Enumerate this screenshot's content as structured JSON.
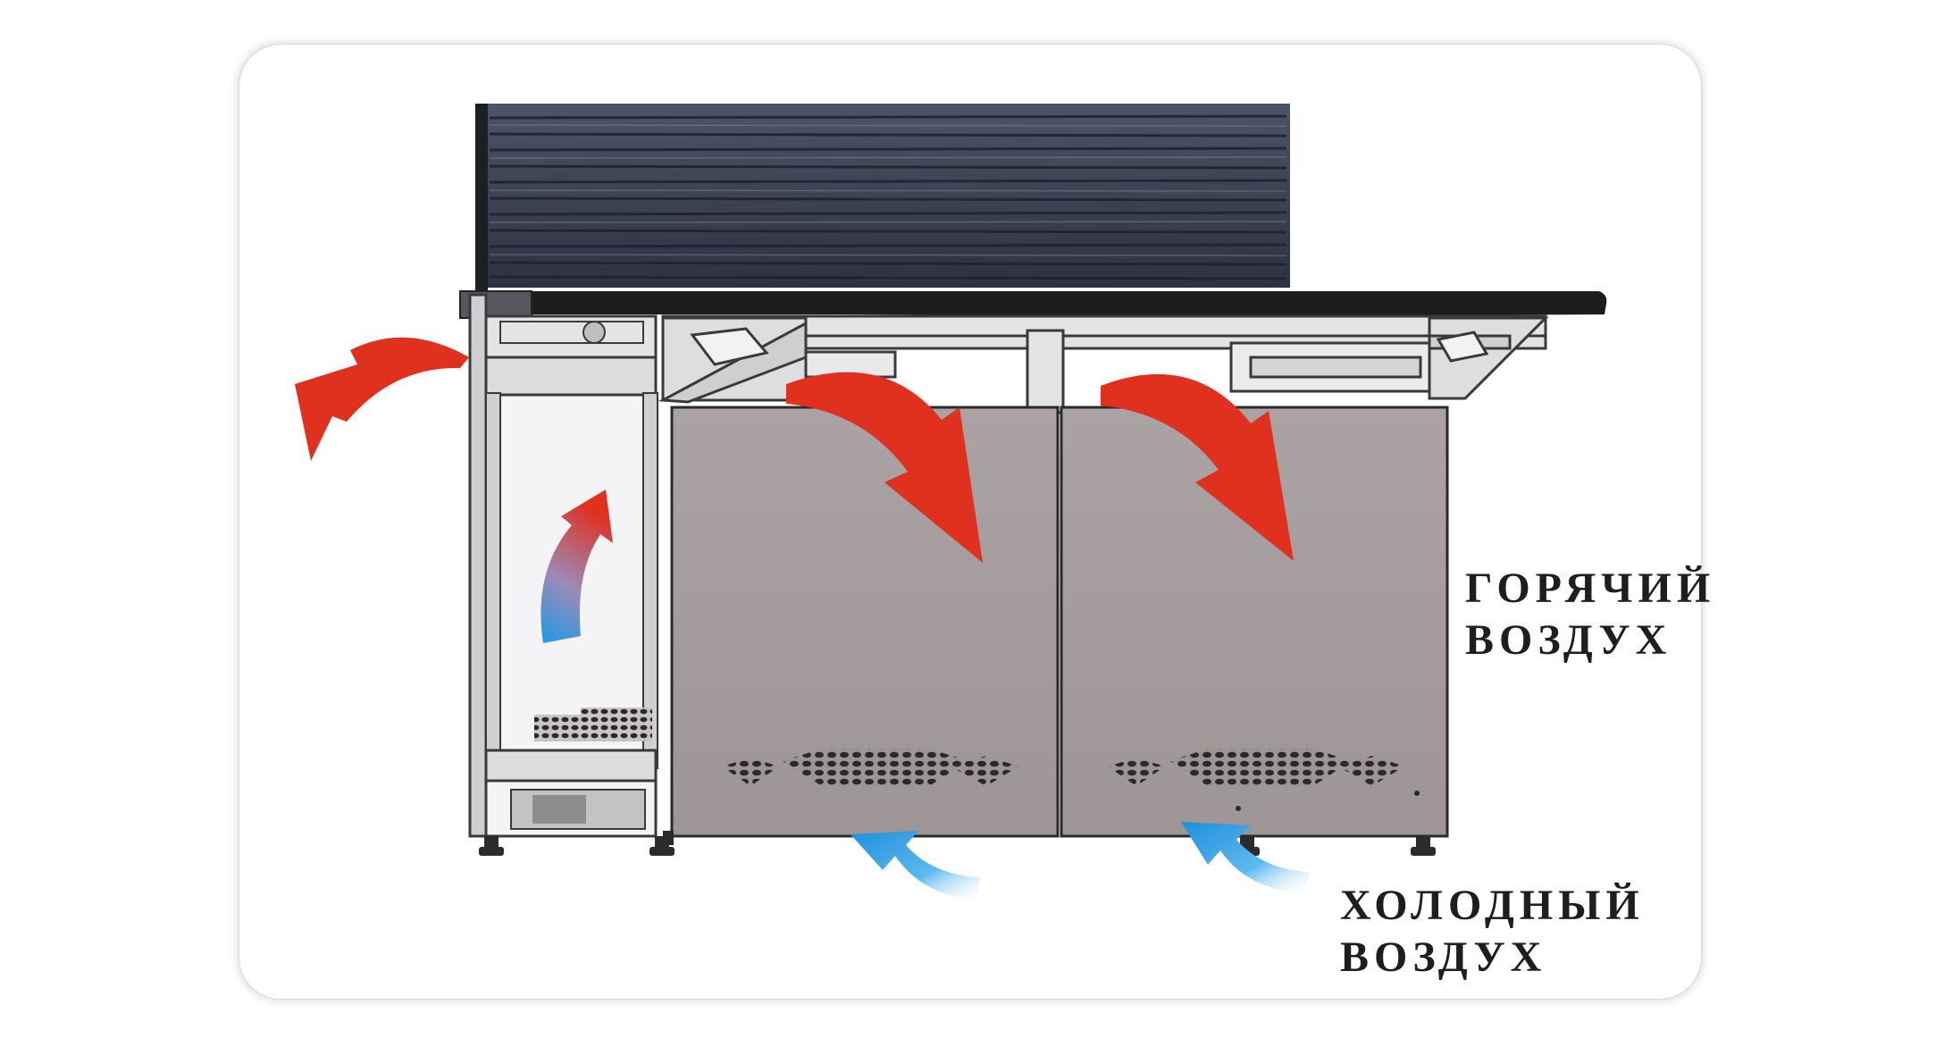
{
  "labels": {
    "hot_air": {
      "line1": "ГОРЯЧИЙ",
      "line2": "ВОЗДУХ"
    },
    "cold_air": {
      "line1": "ХОЛОДНЫЙ",
      "line2": "ВОЗДУХ"
    }
  },
  "colors": {
    "hot_arrow": "#e0301e",
    "cold_arrow": "#3aa6e8",
    "cabinet_panel": "#a49c9d",
    "worktop": "#1d1d1f",
    "splashback": "#3f4656"
  }
}
